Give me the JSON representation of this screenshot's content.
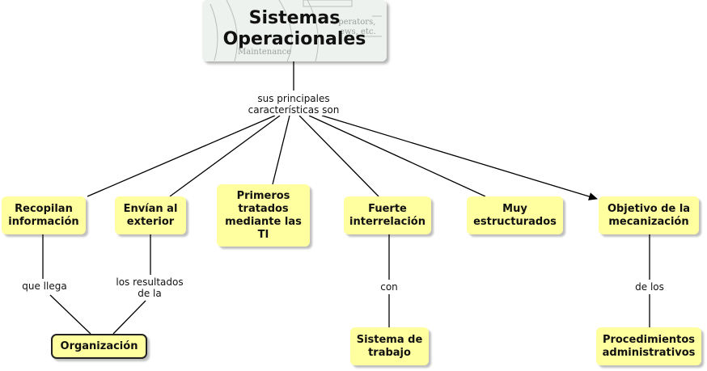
{
  "root": {
    "title_line1": "Sistemas",
    "title_line2": "Operacionales",
    "watermark": [
      "Operators,",
      "ews, etc.",
      "Maintenance"
    ]
  },
  "main_link": {
    "line1": "sus principales",
    "line2": "características son"
  },
  "nodes": [
    {
      "id": "recopilan",
      "lines": [
        "Recopilan",
        "información"
      ]
    },
    {
      "id": "envian",
      "lines": [
        "Envían al",
        "exterior"
      ]
    },
    {
      "id": "primeros",
      "lines": [
        "Primeros",
        "tratados",
        "mediante las",
        "TI"
      ]
    },
    {
      "id": "fuerte",
      "lines": [
        "Fuerte",
        "interrelación"
      ]
    },
    {
      "id": "muy",
      "lines": [
        "Muy",
        "estructurados"
      ]
    },
    {
      "id": "objetivo",
      "lines": [
        "Objetivo de la",
        "mecanización"
      ]
    },
    {
      "id": "organizacion",
      "lines": [
        "Organización"
      ]
    },
    {
      "id": "sistema",
      "lines": [
        "Sistema de",
        "trabajo"
      ]
    },
    {
      "id": "procedimientos",
      "lines": [
        "Procedimientos",
        "administrativos"
      ]
    }
  ],
  "links": {
    "que_llega": "que llega",
    "resultados_1": "los resultados",
    "resultados_2": "de la",
    "con": "con",
    "de_los": "de los"
  },
  "colors": {
    "node_fill": "#ffffa0",
    "line": "#000000"
  }
}
